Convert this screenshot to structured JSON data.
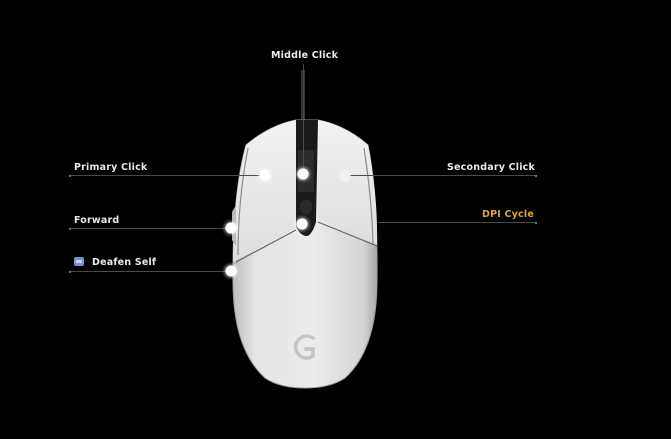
{
  "scene": {
    "background": "#000000",
    "device": "white gaming mouse (top view)",
    "logo_icon": "g-logo-icon"
  },
  "buttons": {
    "middle_click": {
      "label": "Middle Click",
      "color": "#eaeaea"
    },
    "primary_click": {
      "label": "Primary Click",
      "color": "#eaeaea"
    },
    "secondary_click": {
      "label": "Secondary Click",
      "color": "#eaeaea"
    },
    "forward": {
      "label": "Forward",
      "color": "#eaeaea"
    },
    "dpi_cycle": {
      "label": "DPI Cycle",
      "color": "#d9a834"
    },
    "deafen_self": {
      "label": "Deafen Self",
      "icon": "headset-icon",
      "color": "#eaeaea"
    }
  }
}
